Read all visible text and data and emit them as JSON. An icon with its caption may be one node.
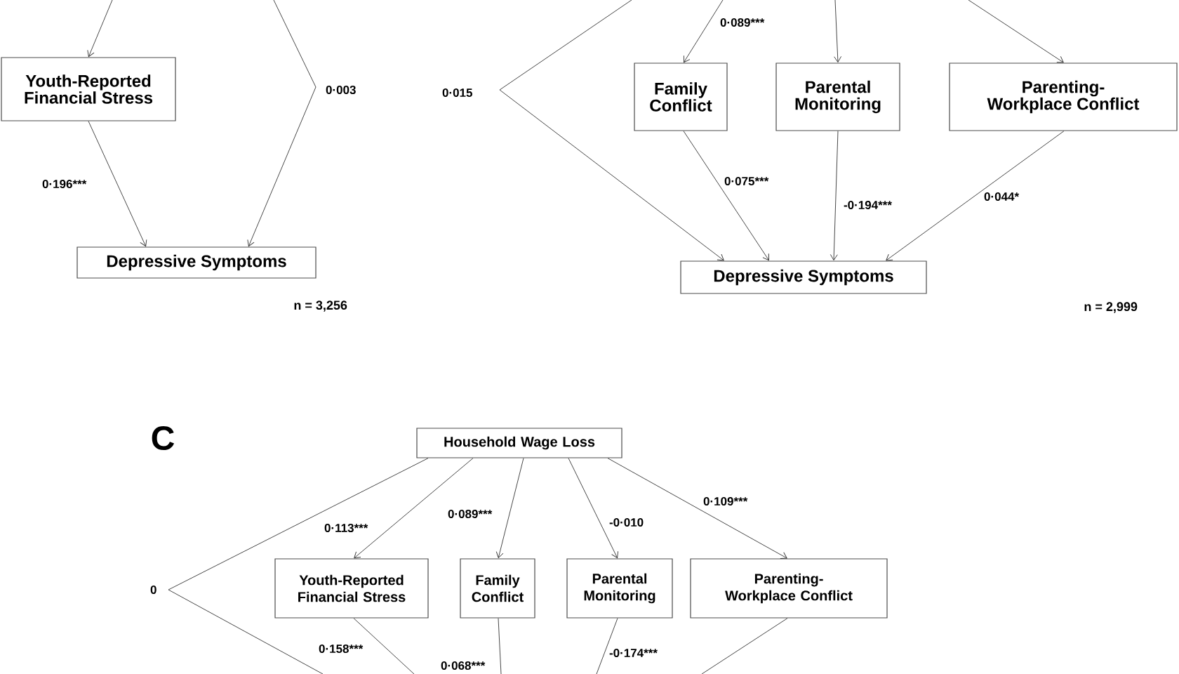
{
  "diagram": {
    "nodes": [
      {
        "text": [
          "Youth-Reported Financial Stress"
        ]
      },
      {
        "text": [
          "Depressive Symptoms"
        ]
      },
      {
        "text": [
          "Family Conflict"
        ]
      },
      {
        "text": [
          "Parental Monitoring"
        ]
      },
      {
        "text": [
          "Parenting-Workplace Conflict"
        ]
      },
      {
        "text": [
          "Depressive Symptoms"
        ]
      },
      {
        "text": [
          "Household Wage Loss"
        ]
      },
      {
        "text": [
          "Youth-Reported Financial Stress"
        ]
      },
      {
        "text": [
          "Family Conflict"
        ]
      },
      {
        "text": [
          "Parental Monitoring"
        ]
      },
      {
        "text": [
          "Parenting-Workplace Conflict"
        ]
      }
    ],
    "edges": [
      {
        "from": null,
        "to": 0,
        "arrow": "to"
      },
      {
        "from": null,
        "to": 1,
        "arrow": "to",
        "label": "0·003"
      },
      {
        "from": 0,
        "to": 1,
        "arrow": "to",
        "label": "0·196***"
      },
      {
        "from": null,
        "to": 2,
        "arrow": "to",
        "label": "0·089***"
      },
      {
        "from": null,
        "to": 3,
        "arrow": "to"
      },
      {
        "from": null,
        "to": 4,
        "arrow": "to"
      },
      {
        "from": null,
        "to": 5,
        "arrow": "to",
        "label": "0·015"
      },
      {
        "from": 2,
        "to": 5,
        "arrow": "to",
        "label": "0·075***"
      },
      {
        "from": 3,
        "to": 5,
        "arrow": "to",
        "label": "-0·194***"
      },
      {
        "from": 4,
        "to": 5,
        "arrow": "to",
        "label": "0·044*"
      },
      {
        "from": 6,
        "to": 7,
        "arrow": "to",
        "label": "0·113***"
      },
      {
        "from": 6,
        "to": 8,
        "arrow": "to",
        "label": "0·089***"
      },
      {
        "from": 6,
        "to": 9,
        "arrow": "to",
        "label": "-0·010"
      },
      {
        "from": 6,
        "to": 10,
        "arrow": "to",
        "label": "0·109***"
      },
      {
        "from": 6,
        "to": null,
        "arrow": "none",
        "label": "0"
      },
      {
        "from": 7,
        "to": null,
        "arrow": "none",
        "label": "0·158***"
      },
      {
        "from": 8,
        "to": null,
        "arrow": "none",
        "label": "0·068***"
      },
      {
        "from": 9,
        "to": null,
        "arrow": "none",
        "label": "-0·174***"
      },
      {
        "from": 10,
        "to": null,
        "arrow": "none"
      }
    ],
    "labels": [
      "n = 3,256",
      "n = 2,999",
      "C"
    ]
  }
}
